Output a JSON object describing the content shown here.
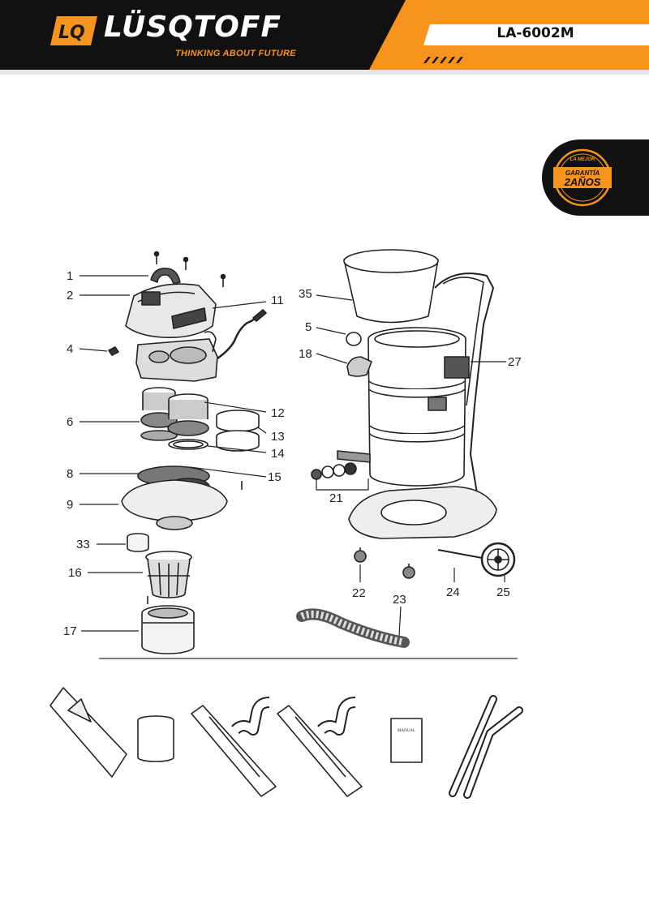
{
  "header": {
    "brand": "LÜSQTOFF",
    "logo_mark": "LQ",
    "tagline": "THINKING ABOUT FUTURE",
    "model": "LA-6002M"
  },
  "badge": {
    "line1": "LA MEJOR",
    "line2": "GARANTÍA",
    "line3": "2AÑOS"
  },
  "manual_label": "MANUAL",
  "part_labels": [
    "1",
    "2",
    "4",
    "6",
    "8",
    "9",
    "33",
    "16",
    "17",
    "11",
    "12",
    "13",
    "14",
    "15",
    "35",
    "5",
    "18",
    "27",
    "21",
    "22",
    "23",
    "24",
    "25"
  ],
  "colors": {
    "accent": "#f7941d",
    "header_bg": "#111111",
    "line": "#222222"
  }
}
